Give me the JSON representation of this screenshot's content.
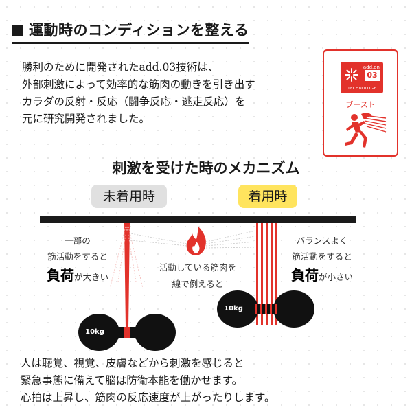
{
  "heading": "運動時のコンディションを整える",
  "intro": [
    "勝利のために開発されたadd.03技術は、",
    "外部刺激によって効率的な筋肉の動きを引き出す",
    "カラダの反射・反応（闘争反応・逃走反応）を",
    "元に研究開発されました。"
  ],
  "badge": {
    "addon": "add.on",
    "number": "03",
    "technology": "TECHNOLOGY",
    "boost": "ブースト"
  },
  "mechanism_title": "刺激を受けた時のメカニズム",
  "not_wearing": "未着用時",
  "wearing": "着用時",
  "left_text": {
    "line1": "一部の",
    "line2": "筋活動をすると",
    "emph": "負荷",
    "rest": "が大きい"
  },
  "center_text": {
    "line1": "活動している筋肉を",
    "line2": "線で例えると"
  },
  "right_text": {
    "line1": "バランスよく",
    "line2": "筋活動をすると",
    "emph": "負荷",
    "rest": "が小さい"
  },
  "weight_label": "10kg",
  "footer": [
    "人は聴覚、視覚、皮膚などから刺激を感じると",
    "緊急事態に備えて脳は防衛本能を働かせます。",
    "心拍は上昇し、筋肉の反応速度が上がったりします。"
  ],
  "colors": {
    "accent": "#e2322b",
    "highlight": "#ffe45e",
    "grey": "#e0e0e0"
  }
}
